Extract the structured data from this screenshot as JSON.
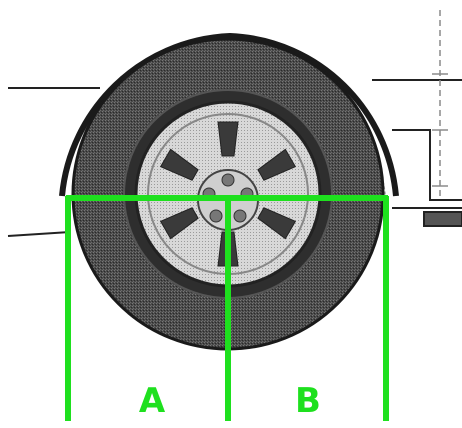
{
  "labels": {
    "left_section": "A",
    "right_section": "B"
  },
  "colors": {
    "guide_lines": "#1ee01e",
    "labels": "#1ee01e",
    "tire": "#3c3c3c",
    "tire_edge": "#1a1a1a",
    "rim": "#d6d6d6",
    "body_lines": "#222222",
    "dimension_lines": "#8a8a8a"
  },
  "icons": {
    "wheel": "wheel-illustration",
    "fender": "fender-illustration"
  }
}
